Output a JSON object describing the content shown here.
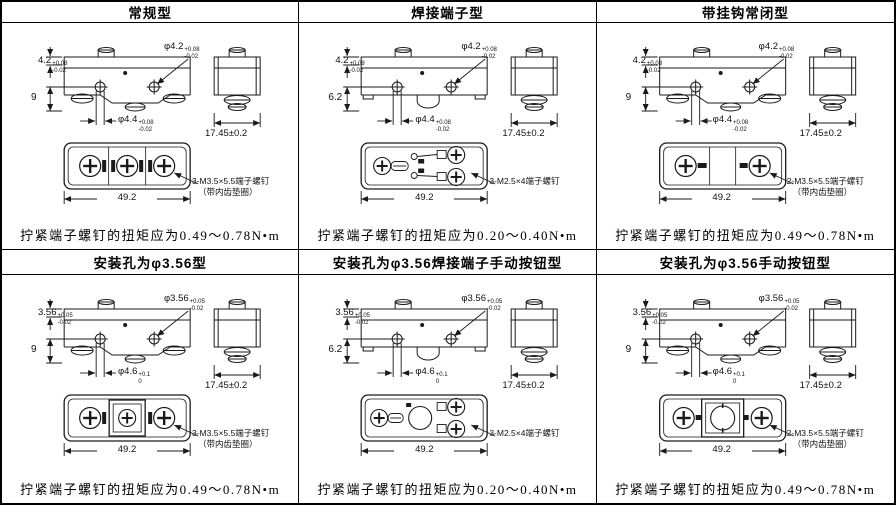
{
  "colors": {
    "line": "#1a1a1a",
    "border": "#000000",
    "background": "#ffffff"
  },
  "cells": [
    {
      "id": "regular",
      "header": "常规型",
      "dims": {
        "edge": {
          "v": "4.2",
          "sup": "+0.08",
          "sub": "-0.02"
        },
        "hole": {
          "v": "φ4.2",
          "sup": "+0.08",
          "sub": "-0.02"
        },
        "height": "9",
        "bottom_hole": {
          "v": "φ4.4",
          "sup": "+0.08",
          "sub": "-0.02"
        },
        "side_width": "17.45±0.2",
        "body_width": "49.2"
      },
      "screw_line1": "3-M3.5×5.5端子螺钉",
      "screw_line2": "（带内齿垫圈）",
      "note": "拧紧端子螺钉的扭矩应为0.49～0.78N•m"
    },
    {
      "id": "solder-terminal",
      "header": "焊接端子型",
      "dims": {
        "edge": {
          "v": "4.2",
          "sup": "+0.08",
          "sub": "-0.02"
        },
        "hole": {
          "v": "φ4.2",
          "sup": "+0.08",
          "sub": "-0.02"
        },
        "height": "6.2",
        "bottom_hole": {
          "v": "φ4.4",
          "sup": "+0.08",
          "sub": "-0.02"
        },
        "side_width": "17.45±0.2",
        "body_width": "49.2"
      },
      "screw_line1": "3-M2.5×4端子螺钉",
      "screw_line2": "",
      "note": "拧紧端子螺钉的扭矩应为0.20～0.40N•m"
    },
    {
      "id": "hook-normally-closed",
      "header": "带挂钩常闭型",
      "dims": {
        "edge": {
          "v": "4.2",
          "sup": "+0.08",
          "sub": "-0.02"
        },
        "hole": {
          "v": "φ4.2",
          "sup": "+0.08",
          "sub": "-0.02"
        },
        "height": "9",
        "bottom_hole": {
          "v": "φ4.4",
          "sup": "+0.08",
          "sub": "-0.02"
        },
        "side_width": "17.45±0.2",
        "body_width": "49.2"
      },
      "screw_line1": "2-M3.5×5.5端子螺钉",
      "screw_line2": "（带内齿垫圈）",
      "note": "拧紧端子螺钉的扭矩应为0.49～0.78N•m"
    },
    {
      "id": "hole-3-56",
      "header": "安装孔为φ3.56型",
      "dims": {
        "edge": {
          "v": "3.56",
          "sup": "+0.05",
          "sub": "-0.02"
        },
        "hole": {
          "v": "φ3.56",
          "sup": "+0.05",
          "sub": "-0.02"
        },
        "height": "9",
        "bottom_hole": {
          "v": "φ4.6",
          "sup": "+0.1",
          "sub": "0"
        },
        "side_width": "17.45±0.2",
        "body_width": "49.2"
      },
      "screw_line1": "3-M3.5×5.5端子螺钉",
      "screw_line2": "（带内齿垫圈）",
      "note": "拧紧端子螺钉的扭矩应为0.49～0.78N•m"
    },
    {
      "id": "hole-3-56-solder-button",
      "header": "安装孔为φ3.56焊接端子手动按钮型",
      "dims": {
        "edge": {
          "v": "3.56",
          "sup": "+0.05",
          "sub": "-0.02"
        },
        "hole": {
          "v": "φ3.56",
          "sup": "+0.05",
          "sub": "-0.02"
        },
        "height": "6.2",
        "bottom_hole": {
          "v": "φ4.6",
          "sup": "+0.1",
          "sub": "0"
        },
        "side_width": "17.45±0.2",
        "body_width": "49.2"
      },
      "screw_line1": "3-M2.5×4端子螺钉",
      "screw_line2": "",
      "note": "拧紧端子螺钉的扭矩应为0.20～0.40N•m"
    },
    {
      "id": "hole-3-56-button",
      "header": "安装孔为φ3.56手动按钮型",
      "dims": {
        "edge": {
          "v": "3.56",
          "sup": "+0.05",
          "sub": "-0.02"
        },
        "hole": {
          "v": "φ3.56",
          "sup": "+0.05",
          "sub": "-0.02"
        },
        "height": "9",
        "bottom_hole": {
          "v": "φ4.6",
          "sup": "+0.1",
          "sub": "0"
        },
        "side_width": "17.45±0.2",
        "body_width": "49.2"
      },
      "screw_line1": "2-M3.5×5.5端子螺钉",
      "screw_line2": "（带内齿垫圈）",
      "note": "拧紧端子螺钉的扭矩应为0.49～0.78N•m"
    }
  ]
}
